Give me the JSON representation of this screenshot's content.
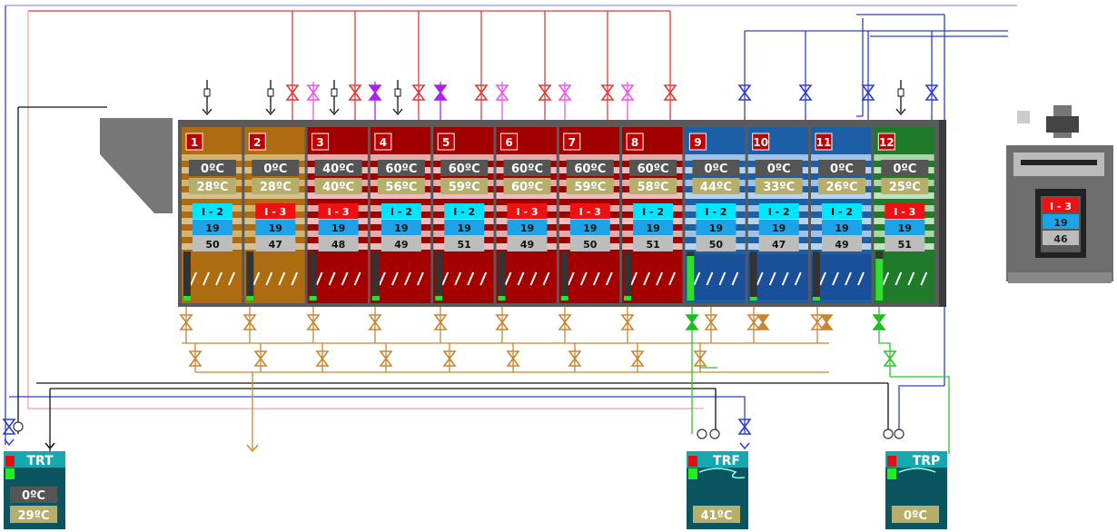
{
  "colors": {
    "hot_line": "#e53935",
    "cold_line": "#2e3dd8",
    "return_line": "#c98632",
    "green_line": "#2ec42e",
    "black_line": "#111111",
    "purple_valve": "#aa22ee",
    "pink_valve": "#ee55ee",
    "frame": "#5a5a5a"
  },
  "cells": [
    {
      "num": "1",
      "setpoint": "0ºC",
      "temp": "28ºC",
      "mode": "I - 2",
      "mode_color": "#00e5ff",
      "v1": "19",
      "v2": "50",
      "theme": "olive",
      "level": 0.1
    },
    {
      "num": "2",
      "setpoint": "0ºC",
      "temp": "28ºC",
      "mode": "I - 3",
      "mode_color": "#ee1111",
      "v1": "19",
      "v2": "47",
      "theme": "olive",
      "level": 0.1
    },
    {
      "num": "3",
      "setpoint": "40ºC",
      "temp": "40ºC",
      "mode": "I - 3",
      "mode_color": "#ee1111",
      "v1": "19",
      "v2": "48",
      "theme": "red",
      "level": 0.1
    },
    {
      "num": "4",
      "setpoint": "60ºC",
      "temp": "56ºC",
      "mode": "I - 2",
      "mode_color": "#00e5ff",
      "v1": "19",
      "v2": "49",
      "theme": "red",
      "level": 0.1
    },
    {
      "num": "5",
      "setpoint": "60ºC",
      "temp": "59ºC",
      "mode": "I - 2",
      "mode_color": "#00e5ff",
      "v1": "19",
      "v2": "51",
      "theme": "red",
      "level": 0.1
    },
    {
      "num": "6",
      "setpoint": "60ºC",
      "temp": "60ºC",
      "mode": "I - 3",
      "mode_color": "#ee1111",
      "v1": "19",
      "v2": "49",
      "theme": "red",
      "level": 0.1
    },
    {
      "num": "7",
      "setpoint": "60ºC",
      "temp": "59ºC",
      "mode": "I - 3",
      "mode_color": "#ee1111",
      "v1": "19",
      "v2": "50",
      "theme": "red",
      "level": 0.1
    },
    {
      "num": "8",
      "setpoint": "60ºC",
      "temp": "58ºC",
      "mode": "I - 2",
      "mode_color": "#00e5ff",
      "v1": "19",
      "v2": "51",
      "theme": "red",
      "level": 0.1
    },
    {
      "num": "9",
      "setpoint": "0ºC",
      "temp": "44ºC",
      "mode": "I - 2",
      "mode_color": "#00e5ff",
      "v1": "19",
      "v2": "50",
      "theme": "blue",
      "level": 0.9
    },
    {
      "num": "10",
      "setpoint": "0ºC",
      "temp": "33ºC",
      "mode": "I - 2",
      "mode_color": "#00e5ff",
      "v1": "19",
      "v2": "47",
      "theme": "blue",
      "level": 0
    },
    {
      "num": "11",
      "setpoint": "0ºC",
      "temp": "26ºC",
      "mode": "I - 2",
      "mode_color": "#00e5ff",
      "v1": "19",
      "v2": "49",
      "theme": "blue",
      "level": 0
    },
    {
      "num": "12",
      "setpoint": "0ºC",
      "temp": "25ºC",
      "mode": "I - 3",
      "mode_color": "#ee1111",
      "v1": "19",
      "v2": "51",
      "theme": "green",
      "level": 0.85
    }
  ],
  "tanks": [
    {
      "id": "trt",
      "name": "TRT",
      "setpoint": "0ºC",
      "temp": "29ºC"
    },
    {
      "id": "trf",
      "name": "TRF",
      "temp": "41ºC"
    },
    {
      "id": "trp",
      "name": "TRP",
      "temp": "0ºC"
    }
  ],
  "unit": {
    "mode": "I - 3",
    "v1": "19",
    "v2": "46"
  }
}
